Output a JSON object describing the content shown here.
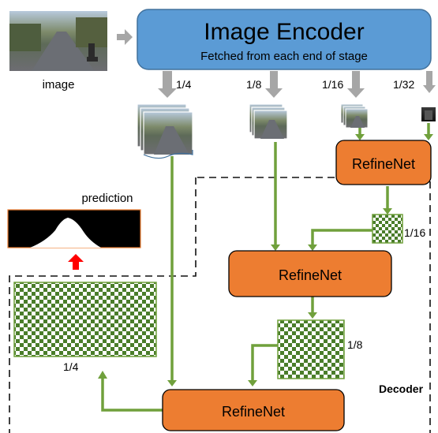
{
  "encoder": {
    "title": "Image Encoder",
    "subtitle": "Fetched from each end of stage",
    "color": "#5B9BD5"
  },
  "input": {
    "label": "image"
  },
  "output": {
    "label": "prediction"
  },
  "scales": {
    "s4": "1/4",
    "s8": "1/8",
    "s16": "1/16",
    "s32": "1/32"
  },
  "refine": {
    "label": "RefineNet",
    "color": "#ED7D31"
  },
  "decoder": {
    "label": "Decoder"
  },
  "colors": {
    "arrow": "#70A03C",
    "gray_arrow": "#A6A6A6",
    "red_arrow": "#FF0000"
  }
}
